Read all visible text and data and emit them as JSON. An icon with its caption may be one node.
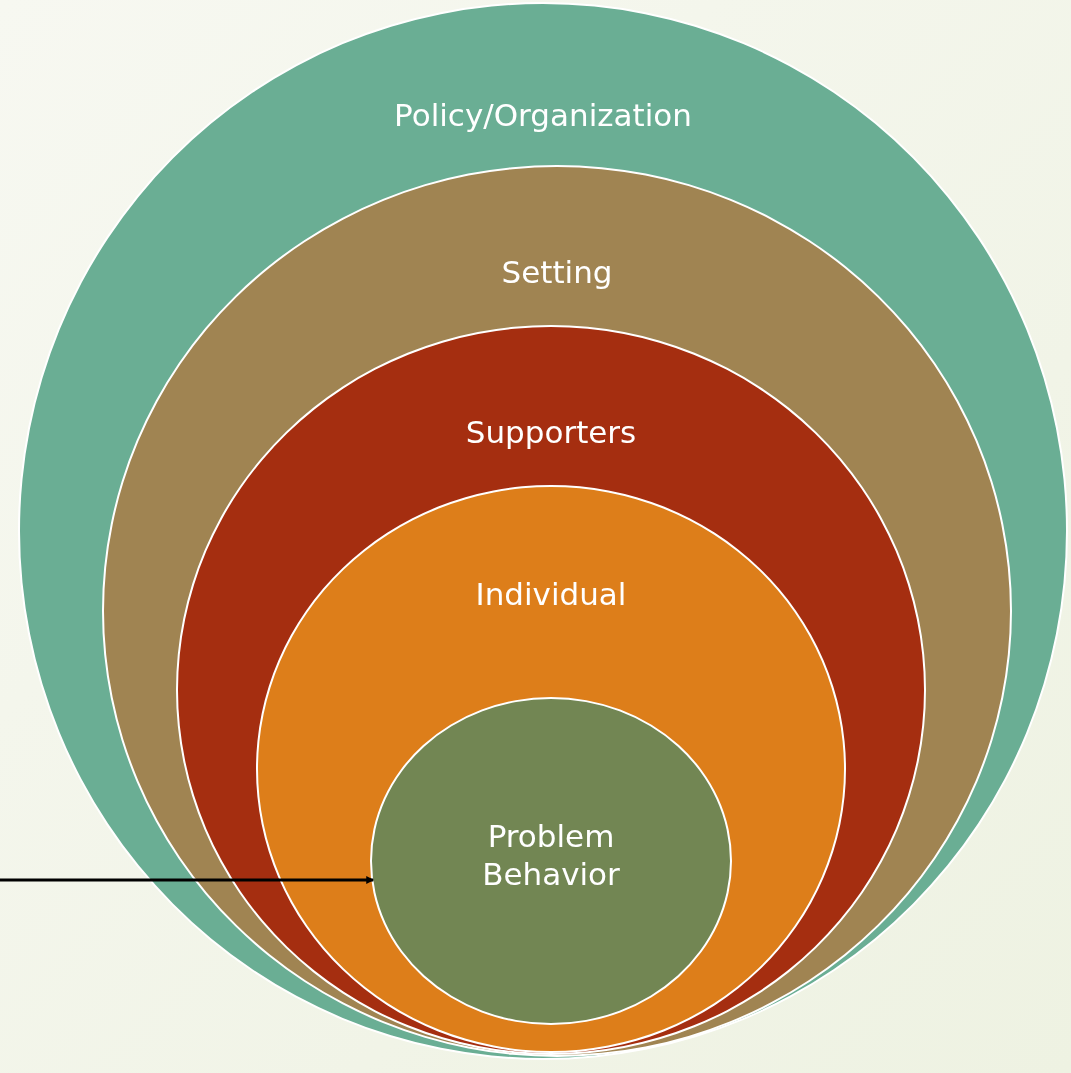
{
  "diagram": {
    "nodes": [
      {
        "text": [
          "Policy/Organization"
        ]
      },
      {
        "text": [
          "Setting"
        ],
        "in": 0
      },
      {
        "text": [
          "Supporters"
        ],
        "in": 1
      },
      {
        "text": [
          "Individual"
        ],
        "in": 2
      },
      {
        "text": [
          "Problem Behavior"
        ],
        "in": 3
      }
    ],
    "edges": [
      {
        "from": null,
        "to": 4,
        "arrow": "to"
      }
    ]
  }
}
